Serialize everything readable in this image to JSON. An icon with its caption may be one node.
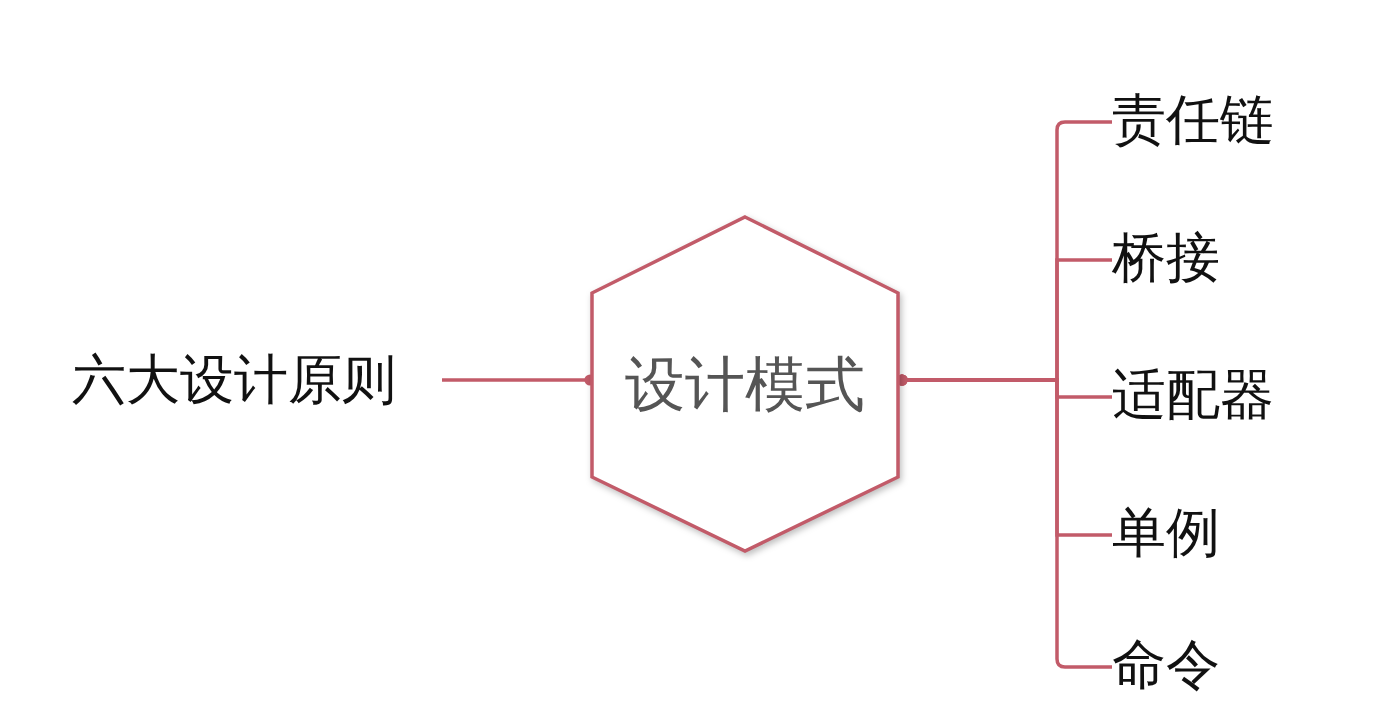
{
  "diagram": {
    "nodes": [
      {
        "text": [
          "六大设计原则"
        ]
      },
      {
        "text": [
          "设计模式"
        ]
      },
      {
        "text": [
          "责任链"
        ]
      },
      {
        "text": [
          "桥接"
        ]
      },
      {
        "text": [
          "适配器"
        ]
      },
      {
        "text": [
          "单例"
        ]
      },
      {
        "text": [
          "命令"
        ]
      }
    ],
    "edges": [
      {
        "from": 0,
        "to": 1,
        "arrow": "other"
      },
      {
        "from": 1,
        "to": 2,
        "arrow": "other"
      },
      {
        "from": 1,
        "to": 3,
        "arrow": "other"
      },
      {
        "from": 1,
        "to": 4,
        "arrow": "other"
      },
      {
        "from": 1,
        "to": 5,
        "arrow": "other"
      },
      {
        "from": 1,
        "to": 6,
        "arrow": "other"
      }
    ]
  }
}
